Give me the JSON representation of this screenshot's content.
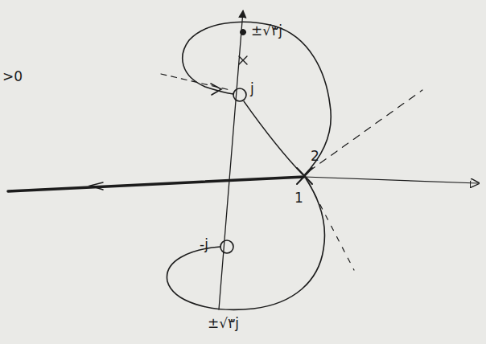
{
  "diagram": {
    "labels": [
      "±√۳j",
      "j",
      "2",
      "1",
      "-j",
      "±√۳j",
      ">0"
    ]
  }
}
